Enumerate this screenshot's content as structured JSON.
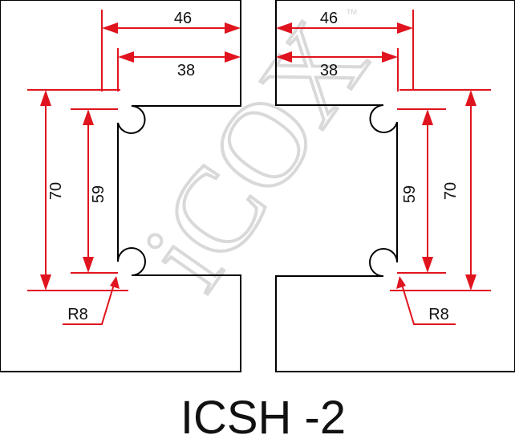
{
  "drawing": {
    "model": "ICSH -2",
    "watermark": "iCOX",
    "watermark_tm": "TM",
    "colors": {
      "outline": "#000000",
      "dimension": "#e0141e",
      "watermark": "#d9d9d9"
    },
    "left_part": {
      "overall_width": "46",
      "inner_width": "38",
      "overall_height": "70",
      "inner_height": "59",
      "radius": "R8"
    },
    "right_part": {
      "overall_width": "46",
      "inner_width": "38",
      "overall_height": "70",
      "inner_height": "59",
      "radius": "R8"
    }
  }
}
